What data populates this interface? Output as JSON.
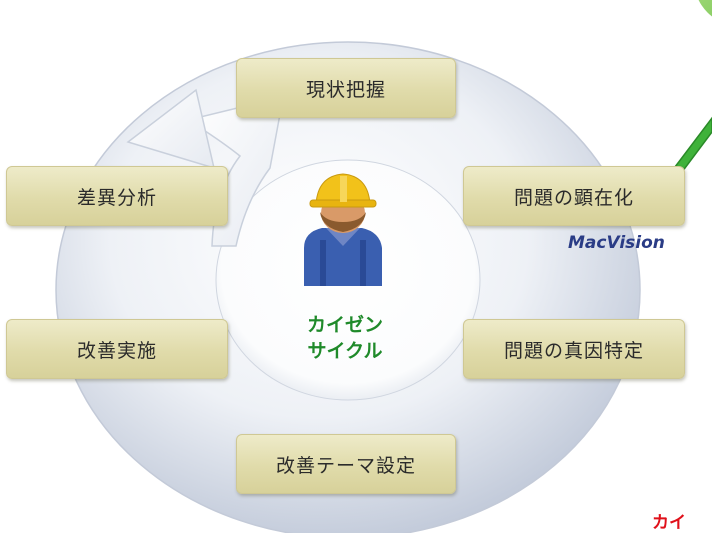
{
  "steps": {
    "genjou": "現状把握",
    "kenzaika": "問題の顕在化",
    "shinin": "問題の真因特定",
    "theme": "改善テーマ設定",
    "jisshi": "改善実施",
    "sai": "差異分析"
  },
  "center": {
    "line1": "カイゼン",
    "line2": "サイクル"
  },
  "brand": "MacVision",
  "cutoff_red_text": "カイ",
  "colors": {
    "step_fill": "#e0dbaa",
    "center_text": "#1f8a2a",
    "brand": "#2a3c86",
    "check": "#3fb23a",
    "accent_red": "#e0101a"
  },
  "icons": [
    "worker-icon",
    "check-icon",
    "cycle-arrow-icon"
  ]
}
